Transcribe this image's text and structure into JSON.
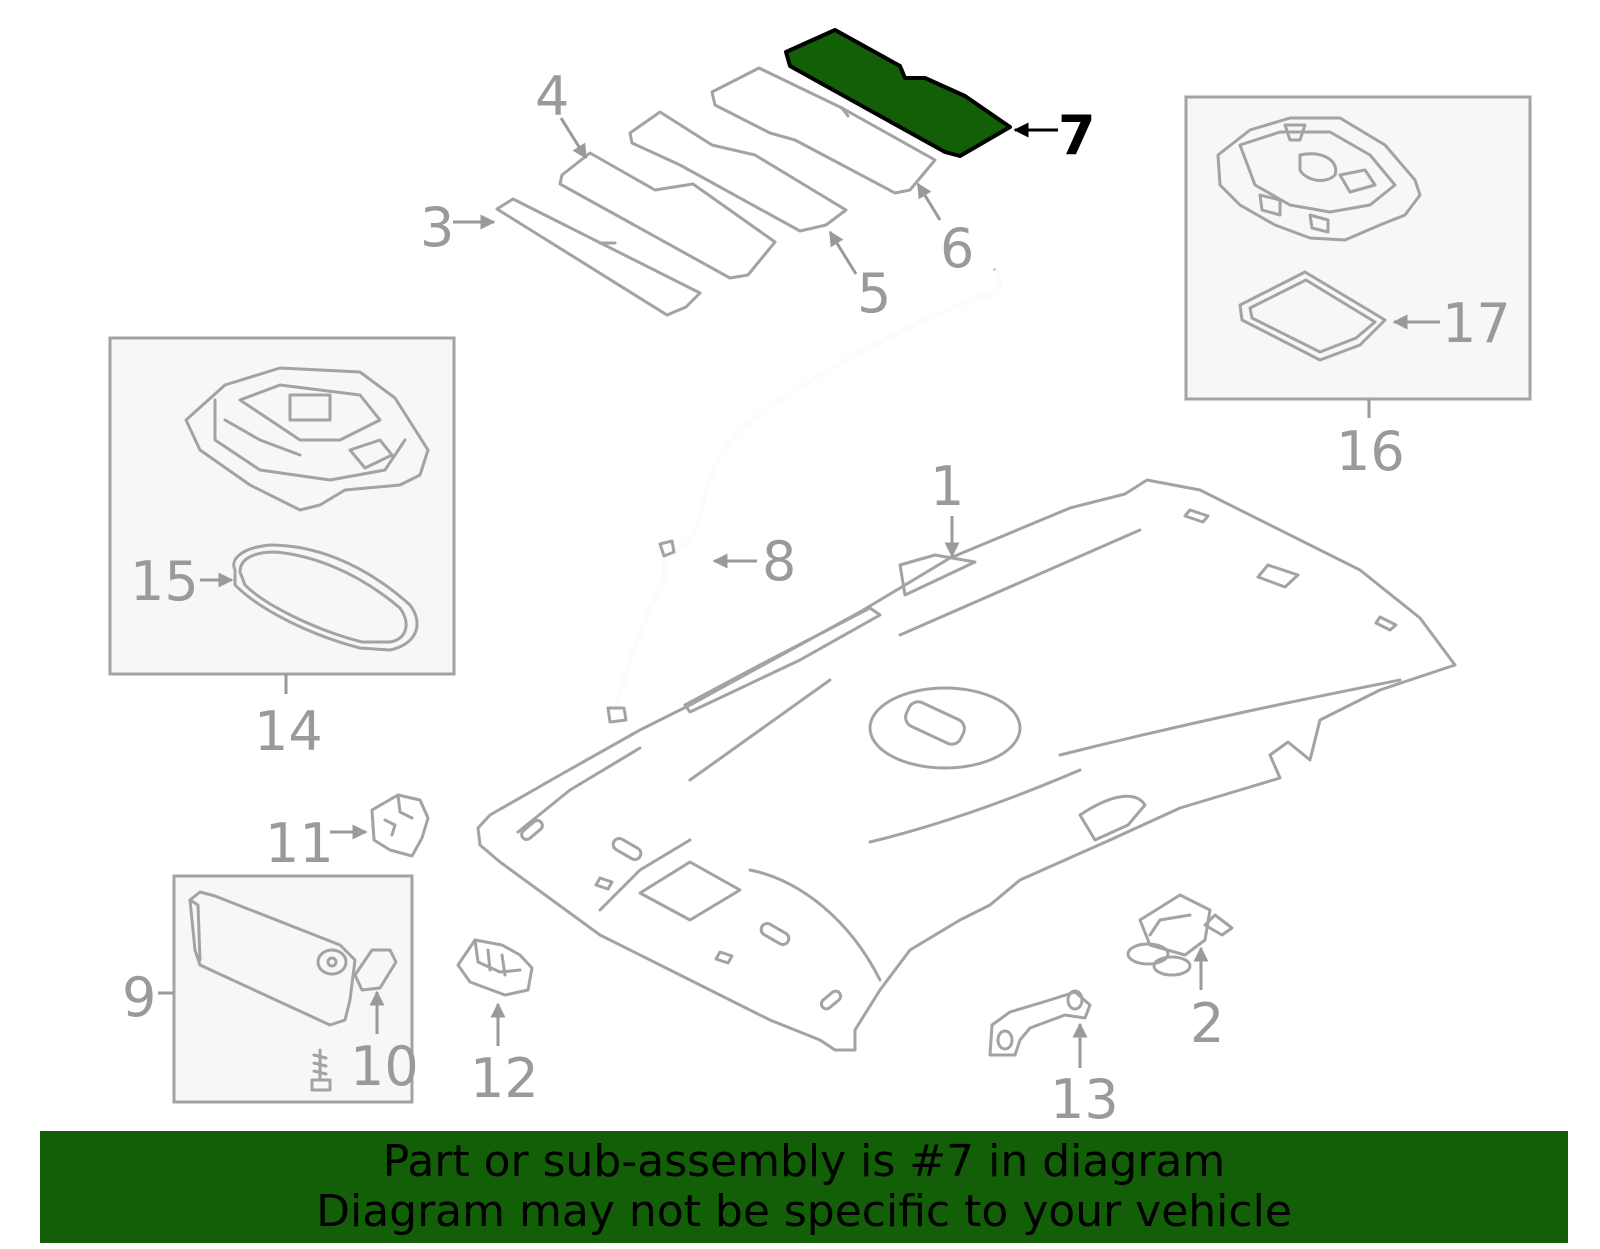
{
  "diagram": {
    "highlight_color": "#135f07",
    "highlighted_part": "7",
    "callouts": {
      "c1": "1",
      "c2": "2",
      "c3": "3",
      "c4": "4",
      "c5": "5",
      "c6": "6",
      "c7": "7",
      "c8": "8",
      "c9": "9",
      "c10": "10",
      "c11": "11",
      "c12": "12",
      "c13": "13",
      "c14": "14",
      "c15": "15",
      "c16": "16",
      "c17": "17"
    }
  },
  "banner": {
    "line1": "Part or sub-assembly is #7 in diagram",
    "line2": "Diagram may not be specific to your vehicle"
  }
}
